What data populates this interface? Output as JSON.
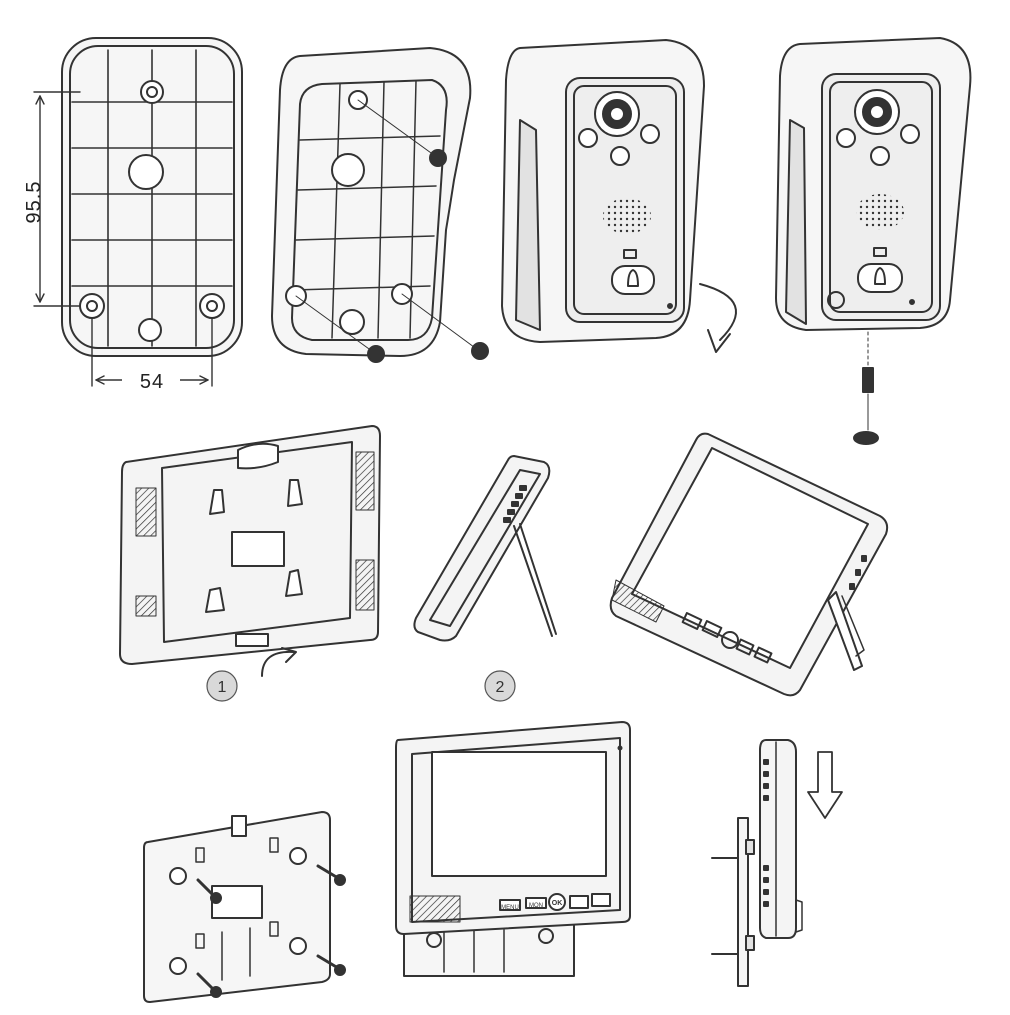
{
  "dimensions": {
    "height_label": "95.5",
    "width_label": "54"
  },
  "steps": [
    {
      "label": "1"
    },
    {
      "label": "2"
    }
  ],
  "monitor_buttons": [
    "MENU",
    "MON",
    "OK",
    "",
    ""
  ],
  "colors": {
    "line": "#333333",
    "fill_light": "#f4f4f4",
    "fill_mid": "#e6e6e6",
    "fill_dark": "#bfbfbf",
    "badge": "#d9d9d9"
  }
}
